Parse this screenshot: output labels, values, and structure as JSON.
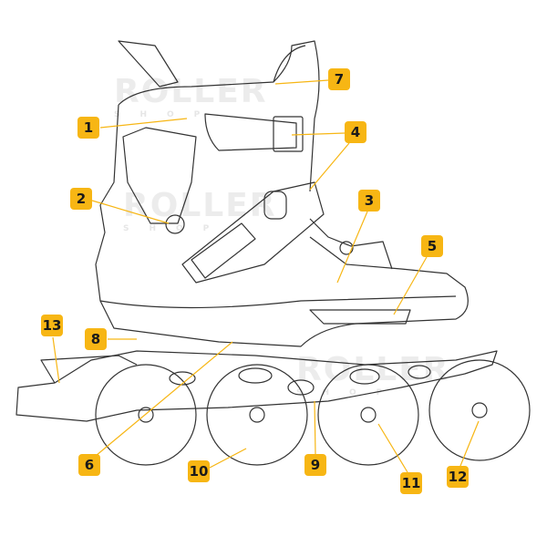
{
  "title": "Inline skate parts diagram",
  "watermark": {
    "brand": "ROLLER",
    "sub": "SHOP"
  },
  "accent_color": "#f7b614",
  "callouts": [
    {
      "id": "1"
    },
    {
      "id": "2"
    },
    {
      "id": "3"
    },
    {
      "id": "4"
    },
    {
      "id": "5"
    },
    {
      "id": "6"
    },
    {
      "id": "7"
    },
    {
      "id": "8"
    },
    {
      "id": "9"
    },
    {
      "id": "10"
    },
    {
      "id": "11"
    },
    {
      "id": "12"
    },
    {
      "id": "13"
    }
  ]
}
